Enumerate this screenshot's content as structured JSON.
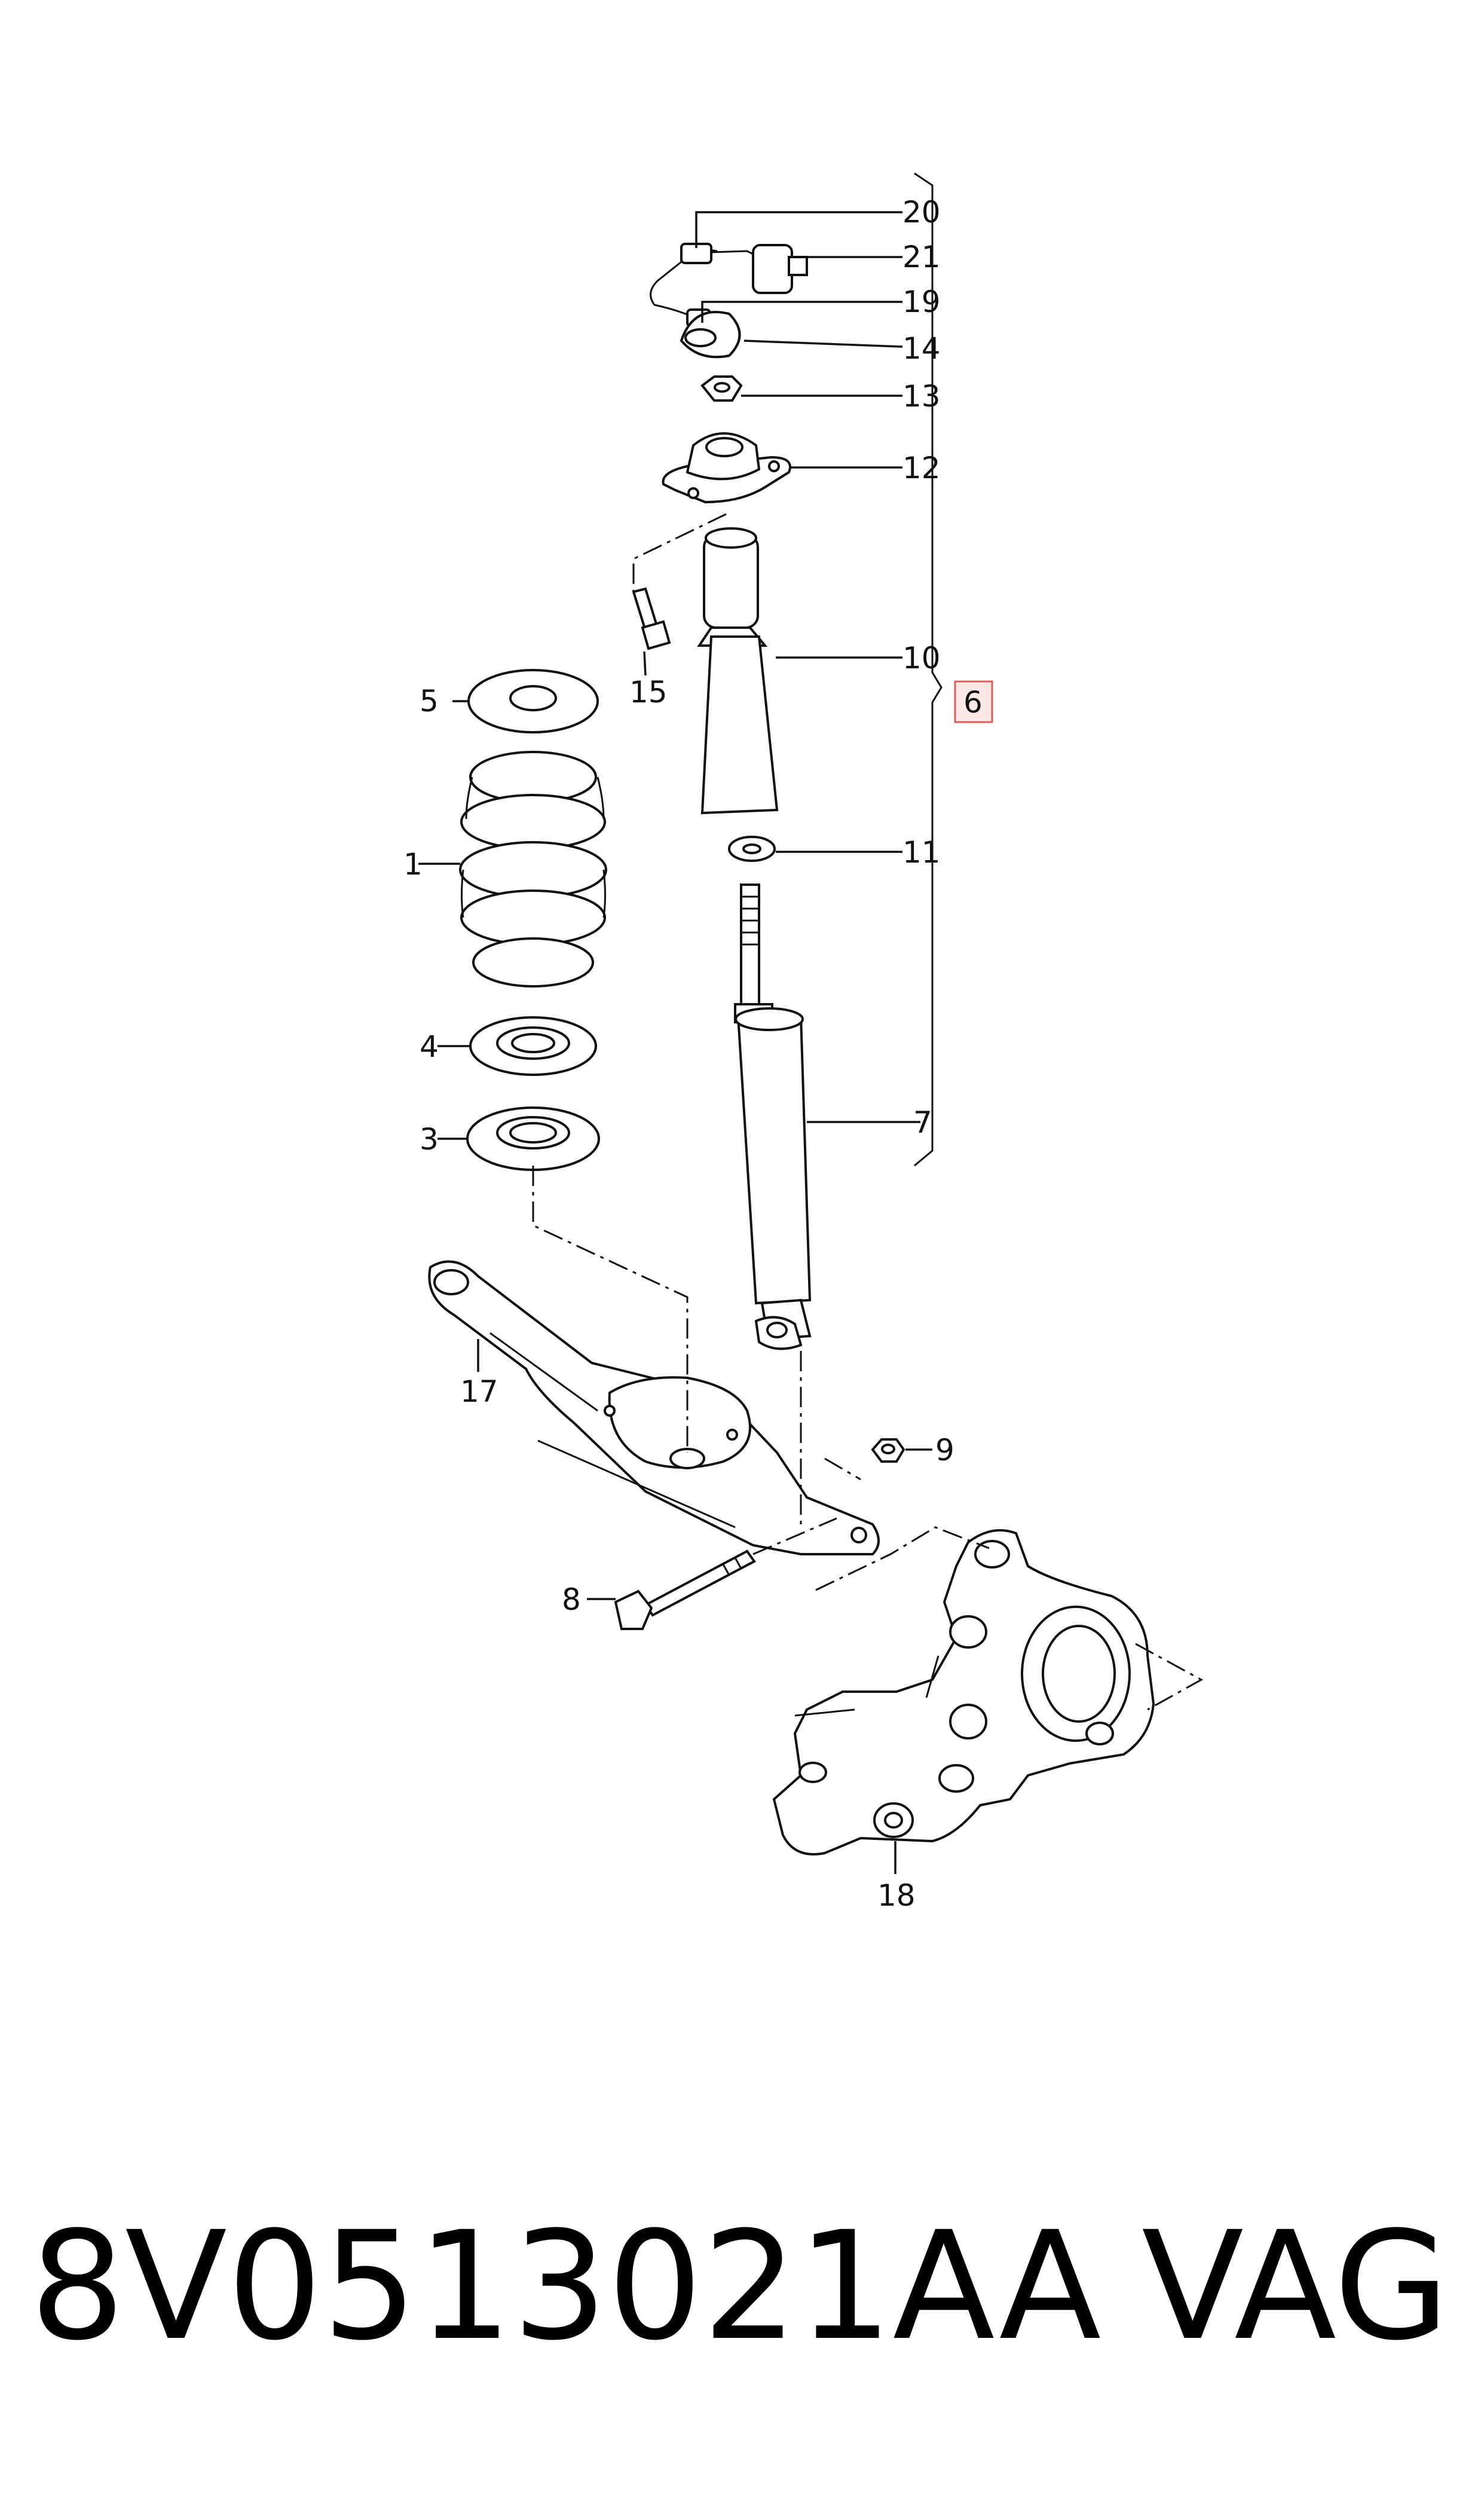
{
  "callouts": {
    "c1": "1",
    "c3": "3",
    "c4": "4",
    "c5": "5",
    "c6": "6",
    "c7": "7",
    "c8": "8",
    "c9": "9",
    "c10": "10",
    "c11": "11",
    "c12": "12",
    "c13": "13",
    "c14": "14",
    "c15": "15",
    "c17": "17",
    "c18": "18",
    "c19": "19",
    "c20": "20",
    "c21": "21"
  },
  "footer": {
    "part_number": "8V0513021AA",
    "brand": "VAG"
  },
  "colors": {
    "line": "#111111",
    "highlight_border": "#e05a5a",
    "highlight_fill": "#fde8e8"
  }
}
